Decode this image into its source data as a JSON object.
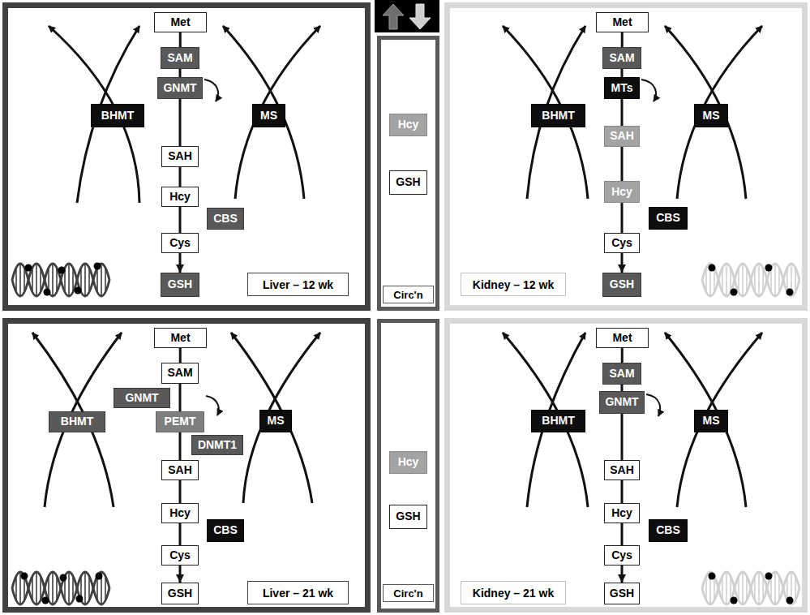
{
  "diagram": {
    "nodes": [
      {
        "text": [
          "Liver – 12 wk"
        ]
      },
      {
        "text": [
          "Met"
        ],
        "in": 0
      },
      {
        "text": [
          "SAM"
        ],
        "in": 0
      },
      {
        "text": [
          "BHMT"
        ],
        "in": 0
      },
      {
        "text": [
          "GNMT"
        ],
        "in": 0
      },
      {
        "text": [
          "MS"
        ],
        "in": 0
      },
      {
        "text": [
          "SAH"
        ],
        "in": 0
      },
      {
        "text": [
          "Hcy"
        ],
        "in": 0
      },
      {
        "text": [
          "CBS"
        ],
        "in": 0
      },
      {
        "text": [
          "Cys"
        ],
        "in": 0
      },
      {
        "text": [
          "GSH"
        ],
        "in": 0
      },
      {
        "text": [
          "Circ'n"
        ]
      },
      {
        "text": [
          "Hcy"
        ],
        "in": 11
      },
      {
        "text": [
          "GSH"
        ],
        "in": 11
      },
      {
        "text": [
          "Kidney – 12 wk"
        ]
      },
      {
        "text": [
          "Met"
        ],
        "in": 14
      },
      {
        "text": [
          "SAM"
        ],
        "in": 14
      },
      {
        "text": [
          "BHMT"
        ],
        "in": 14
      },
      {
        "text": [
          "MTs"
        ],
        "in": 14
      },
      {
        "text": [
          "MS"
        ],
        "in": 14
      },
      {
        "text": [
          "SAH"
        ],
        "in": 14
      },
      {
        "text": [
          "Hcy"
        ],
        "in": 14
      },
      {
        "text": [
          "CBS"
        ],
        "in": 14
      },
      {
        "text": [
          "Cys"
        ],
        "in": 14
      },
      {
        "text": [
          "GSH"
        ],
        "in": 14
      },
      {
        "text": [
          "Liver – 21 wk"
        ]
      },
      {
        "text": [
          "Met"
        ],
        "in": 25
      },
      {
        "text": [
          "SAM"
        ],
        "in": 25
      },
      {
        "text": [
          "GNMT"
        ],
        "in": 25
      },
      {
        "text": [
          "BHMT"
        ],
        "in": 25
      },
      {
        "text": [
          "PEMT"
        ],
        "in": 25
      },
      {
        "text": [
          "MS"
        ],
        "in": 25
      },
      {
        "text": [
          "DNMT1"
        ],
        "in": 25
      },
      {
        "text": [
          "SAH"
        ],
        "in": 25
      },
      {
        "text": [
          "Hcy"
        ],
        "in": 25
      },
      {
        "text": [
          "CBS"
        ],
        "in": 25
      },
      {
        "text": [
          "Cys"
        ],
        "in": 25
      },
      {
        "text": [
          "GSH"
        ],
        "in": 25
      },
      {
        "text": [
          "Circ'n"
        ]
      },
      {
        "text": [
          "Hcy"
        ],
        "in": 38
      },
      {
        "text": [
          "GSH"
        ],
        "in": 38
      },
      {
        "text": [
          "Kidney – 21 wk"
        ]
      },
      {
        "text": [
          "Met"
        ],
        "in": 41
      },
      {
        "text": [
          "SAM"
        ],
        "in": 41
      },
      {
        "text": [
          "BHMT"
        ],
        "in": 41
      },
      {
        "text": [
          "GNMT"
        ],
        "in": 41
      },
      {
        "text": [
          "MS"
        ],
        "in": 41
      },
      {
        "text": [
          "SAH"
        ],
        "in": 41
      },
      {
        "text": [
          "Hcy"
        ],
        "in": 41
      },
      {
        "text": [
          "CBS"
        ],
        "in": 41
      },
      {
        "text": [
          "Cys"
        ],
        "in": 41
      },
      {
        "text": [
          "GSH"
        ],
        "in": 41
      }
    ],
    "edges": [
      {
        "from": 1,
        "to": 2,
        "arrow": "none"
      },
      {
        "from": 2,
        "to": 4,
        "arrow": "none"
      },
      {
        "from": 4,
        "to": 6,
        "arrow": "none"
      },
      {
        "from": 6,
        "to": 7,
        "arrow": "none"
      },
      {
        "from": 7,
        "to": 9,
        "arrow": "none"
      },
      {
        "from": 9,
        "to": 10,
        "arrow": "to"
      },
      {
        "from": 15,
        "to": 16,
        "arrow": "none"
      },
      {
        "from": 16,
        "to": 18,
        "arrow": "none"
      },
      {
        "from": 18,
        "to": 20,
        "arrow": "none"
      },
      {
        "from": 20,
        "to": 21,
        "arrow": "none"
      },
      {
        "from": 21,
        "to": 23,
        "arrow": "none"
      },
      {
        "from": 23,
        "to": 24,
        "arrow": "to"
      },
      {
        "from": 26,
        "to": 27,
        "arrow": "none"
      },
      {
        "from": 27,
        "to": 30,
        "arrow": "none"
      },
      {
        "from": 30,
        "to": 33,
        "arrow": "none"
      },
      {
        "from": 33,
        "to": 34,
        "arrow": "none"
      },
      {
        "from": 34,
        "to": 36,
        "arrow": "none"
      },
      {
        "from": 36,
        "to": 37,
        "arrow": "to"
      },
      {
        "from": 42,
        "to": 43,
        "arrow": "none"
      },
      {
        "from": 43,
        "to": 45,
        "arrow": "none"
      },
      {
        "from": 45,
        "to": 47,
        "arrow": "none"
      },
      {
        "from": 47,
        "to": 48,
        "arrow": "none"
      },
      {
        "from": 48,
        "to": 50,
        "arrow": "none"
      },
      {
        "from": 50,
        "to": 51,
        "arrow": "to"
      }
    ]
  }
}
